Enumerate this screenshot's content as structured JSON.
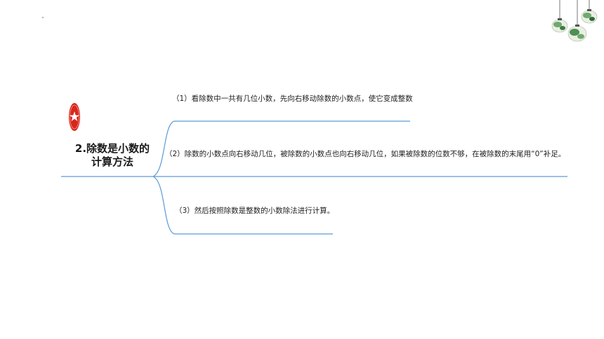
{
  "section": {
    "title": "2.除数是小数的计算方法"
  },
  "branches": [
    {
      "text": "（1）看除数中一共有几位小数，先向右移动除数的小数点，使它变成整数"
    },
    {
      "text": "（2）除数的小数点向右移动几位，被除数的小数点也向右移动几位，如果被除数的位数不够，在被除数的末尾用“0”补足。"
    },
    {
      "text": "（3）然后按照除数是整数的小数除法进行计算。"
    }
  ],
  "colors": {
    "connector": "#5b9bd5",
    "badge": "#d9261c",
    "lantern_green": "#6fa96c"
  },
  "icons": {
    "badge": "star-badge-icon",
    "decoration": "hanging-lanterns-icon"
  }
}
